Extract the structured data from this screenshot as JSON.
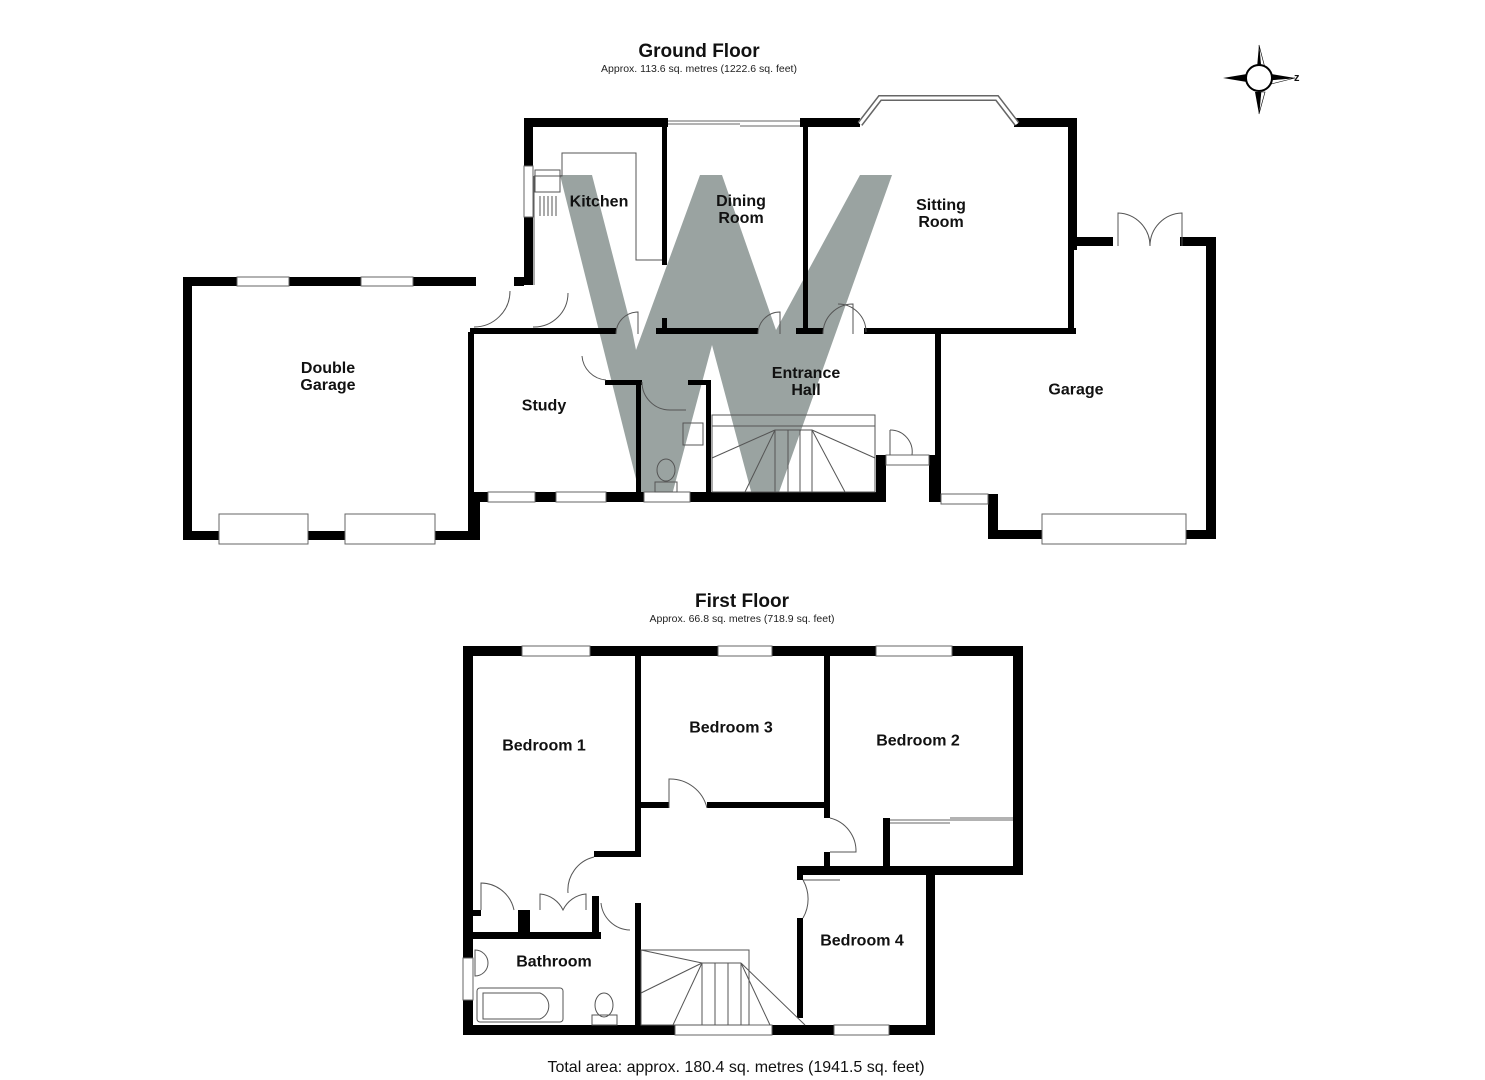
{
  "ground_floor": {
    "title": "Ground Floor",
    "area": "Approx. 113.6 sq. metres (1222.6 sq. feet)",
    "rooms": [
      {
        "name": "Kitchen",
        "label": "Kitchen"
      },
      {
        "name": "Dining Room",
        "label": "Dining\nRoom"
      },
      {
        "name": "Sitting Room",
        "label": "Sitting\nRoom"
      },
      {
        "name": "Double Garage",
        "label": "Double\nGarage"
      },
      {
        "name": "Study",
        "label": "Study"
      },
      {
        "name": "Entrance Hall",
        "label": "Entrance\nHall"
      },
      {
        "name": "Garage",
        "label": "Garage"
      }
    ]
  },
  "first_floor": {
    "title": "First Floor",
    "area": "Approx. 66.8 sq. metres (718.9 sq. feet)",
    "rooms": [
      {
        "name": "Bedroom 1",
        "label": "Bedroom 1"
      },
      {
        "name": "Bedroom 3",
        "label": "Bedroom 3"
      },
      {
        "name": "Bedroom 2",
        "label": "Bedroom 2"
      },
      {
        "name": "Bathroom",
        "label": "Bathroom"
      },
      {
        "name": "Bedroom 4",
        "label": "Bedroom 4"
      }
    ]
  },
  "total_area": "Total area: approx. 180.4 sq. metres (1941.5 sq. feet)",
  "compass": {
    "icon": "compass-rose-icon",
    "direction_label": "z"
  },
  "watermark": {
    "icon": "w-logo-watermark",
    "color": "#9aa3a1"
  },
  "colors": {
    "wall": "#000000",
    "background": "#ffffff",
    "fixture_line": "#555555"
  }
}
